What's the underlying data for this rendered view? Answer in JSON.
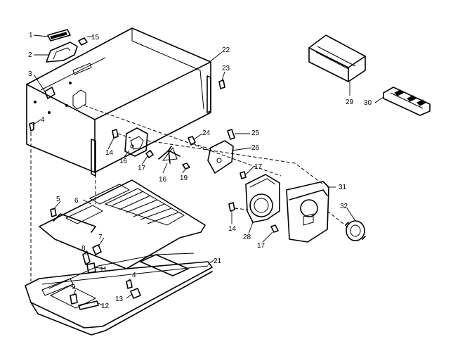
{
  "callouts": [
    {
      "id": "c1",
      "text": "1"
    },
    {
      "id": "c2",
      "text": "2"
    },
    {
      "id": "c3",
      "text": "3"
    },
    {
      "id": "c4a",
      "text": "4"
    },
    {
      "id": "c4b",
      "text": "4"
    },
    {
      "id": "c5",
      "text": "5"
    },
    {
      "id": "c6",
      "text": "6"
    },
    {
      "id": "c7",
      "text": "7"
    },
    {
      "id": "c8",
      "text": "8"
    },
    {
      "id": "c9",
      "text": "9"
    },
    {
      "id": "c11",
      "text": "11"
    },
    {
      "id": "c12",
      "text": "12"
    },
    {
      "id": "c13",
      "text": "13"
    },
    {
      "id": "c14a",
      "text": "14"
    },
    {
      "id": "c14b",
      "text": "14"
    },
    {
      "id": "c15",
      "text": "15"
    },
    {
      "id": "c16a",
      "text": "16"
    },
    {
      "id": "c16b",
      "text": "16"
    },
    {
      "id": "c17a",
      "text": "17"
    },
    {
      "id": "c17b",
      "text": "17"
    },
    {
      "id": "c17c",
      "text": "17"
    },
    {
      "id": "c19",
      "text": "19"
    },
    {
      "id": "c21",
      "text": "21"
    },
    {
      "id": "c22",
      "text": "22"
    },
    {
      "id": "c23",
      "text": "23"
    },
    {
      "id": "c24",
      "text": "24"
    },
    {
      "id": "c25",
      "text": "25"
    },
    {
      "id": "c26",
      "text": "26"
    },
    {
      "id": "c28",
      "text": "28"
    },
    {
      "id": "c29",
      "text": "29"
    },
    {
      "id": "c30",
      "text": "30"
    },
    {
      "id": "c31",
      "text": "31"
    },
    {
      "id": "c32",
      "text": "32"
    }
  ]
}
